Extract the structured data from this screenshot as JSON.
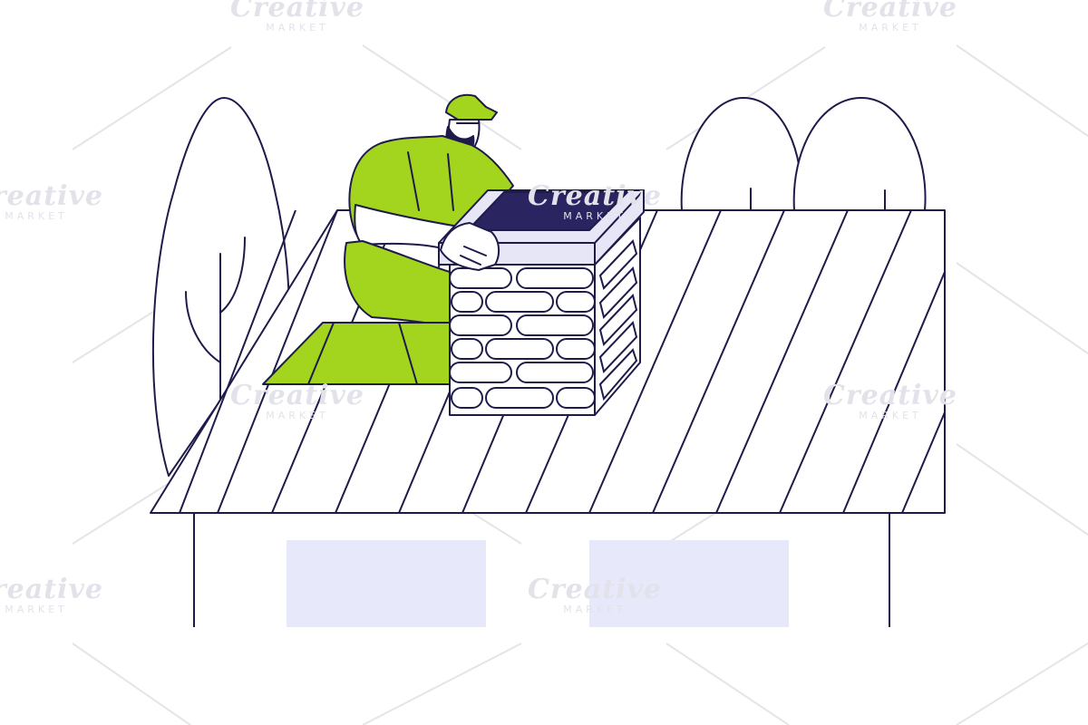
{
  "colors": {
    "ink": "#1e1b4b",
    "accent": "#a3d41e",
    "window_fill": "#e8e8fb",
    "chimney_fill": "#e6e6f6",
    "brick_fill": "#ffffff",
    "background": "#ffffff",
    "watermark": "#e2e2ea"
  },
  "watermark": {
    "word": "Creative",
    "sub": "MARKET"
  },
  "illustration": {
    "subject": "person-inspecting-chimney-on-roof",
    "elements": [
      "tree",
      "bushes",
      "roof",
      "chimney",
      "worker",
      "house-wall",
      "windows"
    ]
  }
}
